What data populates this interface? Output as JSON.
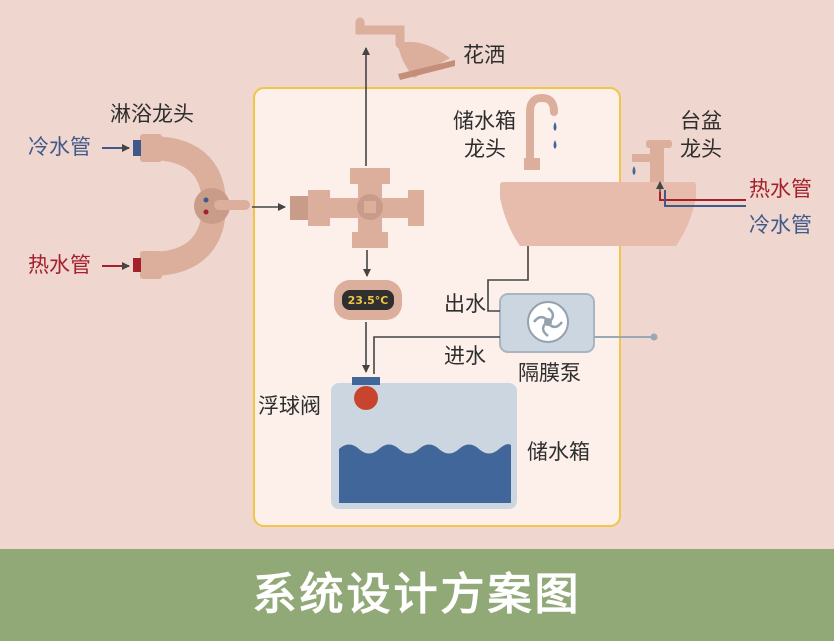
{
  "labels": {
    "shower_faucet": "淋浴龙头",
    "cold_pipe_left": "冷水管",
    "hot_pipe_left": "热水管",
    "shower_head": "花洒",
    "tank_faucet_line1": "储水箱",
    "tank_faucet_line2": "龙头",
    "basin_faucet_line1": "台盆",
    "basin_faucet_line2": "龙头",
    "hot_pipe_right": "热水管",
    "cold_pipe_right": "冷水管",
    "outlet": "出水",
    "inlet": "进水",
    "diaphragm_pump": "隔膜泵",
    "float_valve": "浮球阀",
    "storage_tank": "储水箱"
  },
  "thermometer": {
    "reading": "23.5°C"
  },
  "footer": {
    "title": "系统设计方案图"
  },
  "colors": {
    "background": "#efd6ce",
    "panel_fill": "#fdf0ea",
    "panel_border": "#f1c548",
    "pipe": "#dcae9c",
    "water": "#41669a",
    "cold": "#3f5a8a",
    "hot": "#a3202c",
    "footer_bg": "#91a877",
    "float_ball": "#c9442f"
  }
}
